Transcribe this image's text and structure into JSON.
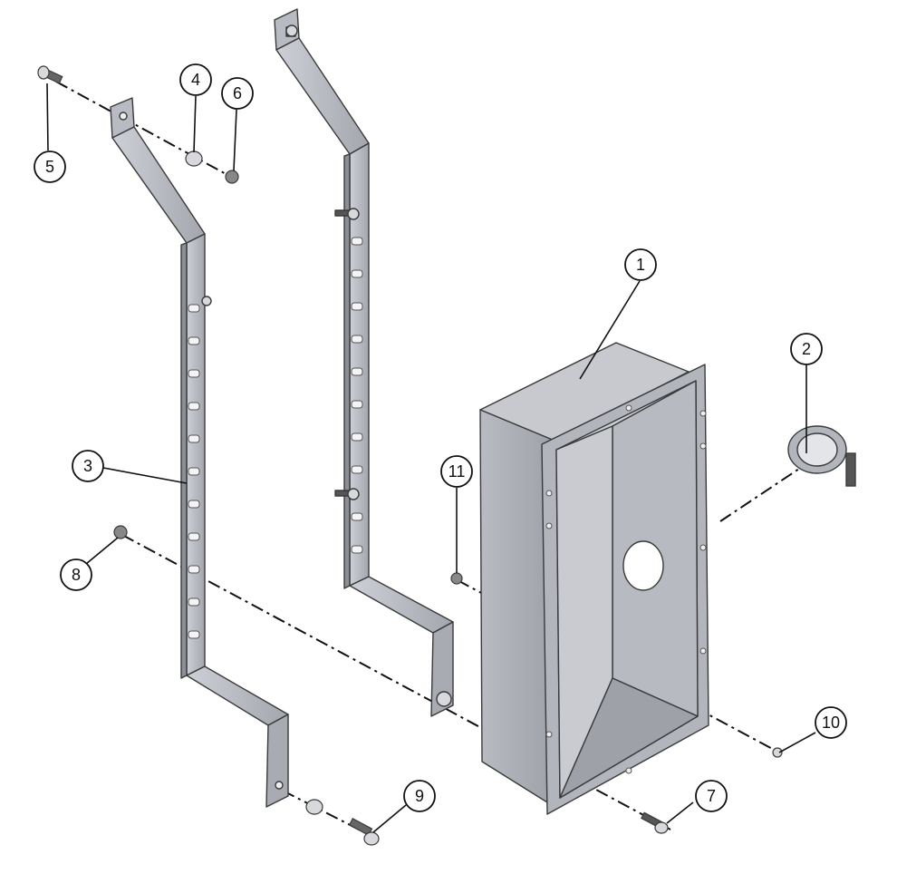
{
  "diagram": {
    "type": "exploded-assembly-drawing",
    "colors": {
      "metal_light": "#c7c9cf",
      "metal_mid": "#a9abb3",
      "metal_dark": "#8d8f97",
      "outline": "#3a3a3a",
      "callout": "#111111"
    },
    "callouts": [
      {
        "id": "1",
        "label": "1"
      },
      {
        "id": "2",
        "label": "2"
      },
      {
        "id": "3",
        "label": "3"
      },
      {
        "id": "4",
        "label": "4"
      },
      {
        "id": "5",
        "label": "5"
      },
      {
        "id": "6",
        "label": "6"
      },
      {
        "id": "7",
        "label": "7"
      },
      {
        "id": "8",
        "label": "8"
      },
      {
        "id": "9",
        "label": "9"
      },
      {
        "id": "10",
        "label": "10"
      },
      {
        "id": "11",
        "label": "11"
      }
    ]
  }
}
